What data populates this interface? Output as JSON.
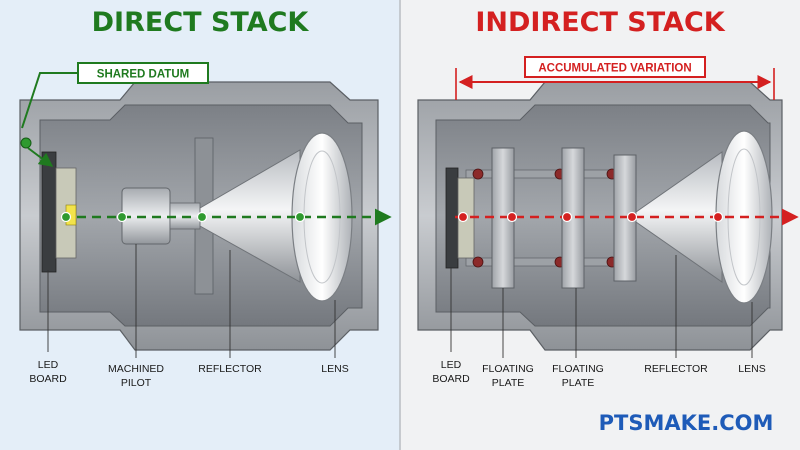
{
  "left": {
    "title": "DIRECT STACK",
    "callout": "SHARED DATUM",
    "labels": {
      "led_1": "LED",
      "led_2": "BOARD",
      "pilot_1": "MACHINED",
      "pilot_2": "PILOT",
      "reflector": "REFLECTOR",
      "lens": "LENS"
    }
  },
  "right": {
    "title": "INDIRECT STACK",
    "callout": "ACCUMULATED VARIATION",
    "labels": {
      "led_1": "LED",
      "led_2": "BOARD",
      "plate_a_1": "FLOATING",
      "plate_a_2": "PLATE",
      "plate_b_1": "FLOATING",
      "plate_b_2": "PLATE",
      "reflector": "REFLECTOR",
      "lens": "LENS"
    }
  },
  "brand": "PTSMAKE.COM",
  "colors": {
    "direct": "#1f7a1f",
    "indirect": "#d42020",
    "brand": "#1e5bb8",
    "panel_left": "#e4eef8",
    "panel_right": "#f1f2f3"
  }
}
